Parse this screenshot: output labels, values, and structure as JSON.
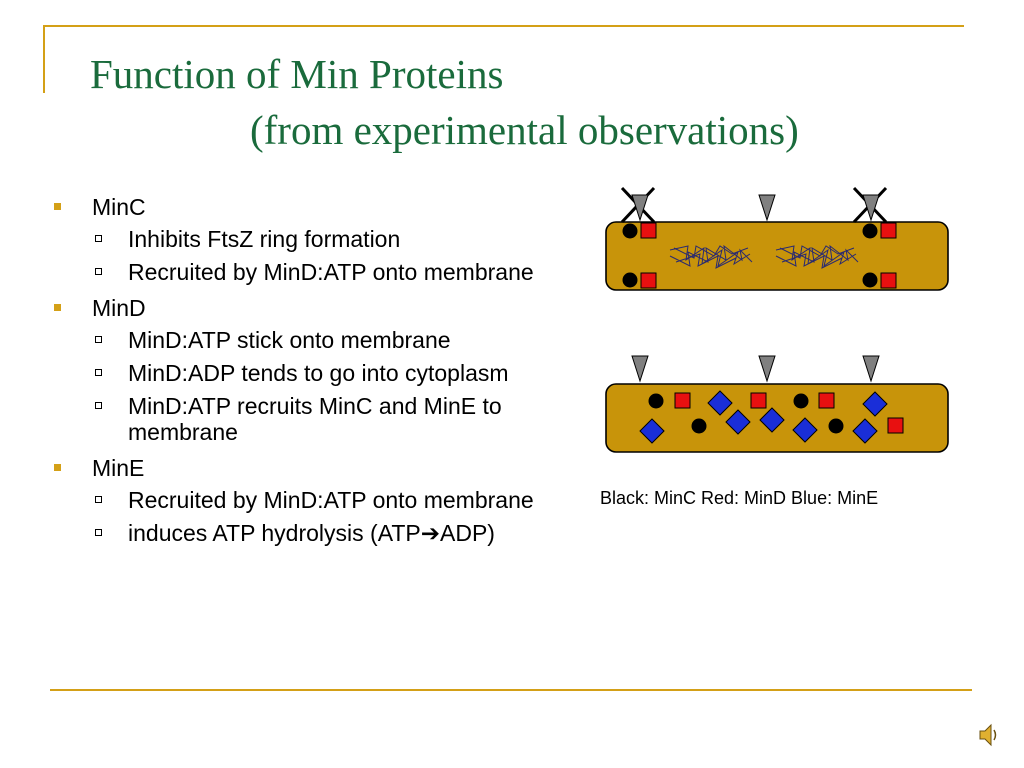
{
  "slide": {
    "title_line1": "Function of Min Proteins",
    "title_line2": "(from experimental observations)"
  },
  "bullets": [
    {
      "label": "MinC",
      "subs": [
        "Inhibits FtsZ ring formation",
        "Recruited by MinD:ATP onto membrane"
      ]
    },
    {
      "label": "MinD",
      "subs": [
        "MinD:ATP stick onto membrane",
        "MinD:ADP tends to go into cytoplasm",
        "MinD:ATP recruits MinC and MinE to membrane"
      ]
    },
    {
      "label": "MinE",
      "subs": [
        "Recruited by MinD:ATP onto membrane",
        "induces ATP hydrolysis (ATP➔ADP)"
      ]
    }
  ],
  "diagram": {
    "caption": "Black: MinC Red: MinD Blue: MinE",
    "colors": {
      "cell": "#c8940a",
      "minc": "#000000",
      "mind": "#e81010",
      "mine": "#1a2ed8",
      "arrow": "#808080"
    }
  },
  "icons": {
    "speaker": "speaker-icon"
  }
}
